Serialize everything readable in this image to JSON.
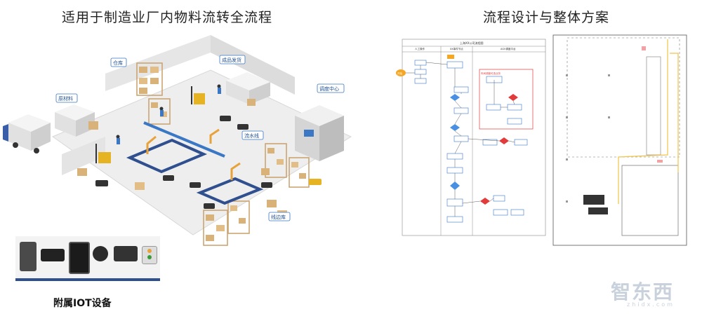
{
  "titles": {
    "left": "适用于制造业厂内物料流转全流程",
    "right": "流程设计与整体方案"
  },
  "iso_labels": {
    "warehouse": "仓库",
    "finished_goods": "成品发货",
    "raw_material": "原材料",
    "dispatch_center": "调度中心",
    "assembly_line": "流水线",
    "line_storage": "线边库"
  },
  "iot": {
    "caption": "附属IOT设备",
    "devices": [
      "industrial-pc-icon",
      "gateway-box-icon",
      "tablet-terminal-icon",
      "sensor-icon",
      "display-screen-icon",
      "button-panel-icon"
    ]
  },
  "flow": {
    "header": "上海XX公司流程图",
    "lanes": [
      "人工操作",
      "XX事件节点",
      "AGV调度平台"
    ],
    "start_label": "开始",
    "highlight": "车间调度可选业务"
  },
  "watermark": {
    "main": "智东西",
    "sub": "zhidx.com"
  },
  "colors": {
    "accent_blue": "#3a77c4",
    "diamond_red": "#e23b3b",
    "flow_start": "#f5a623",
    "iot_bar": "#2f4f8f"
  }
}
